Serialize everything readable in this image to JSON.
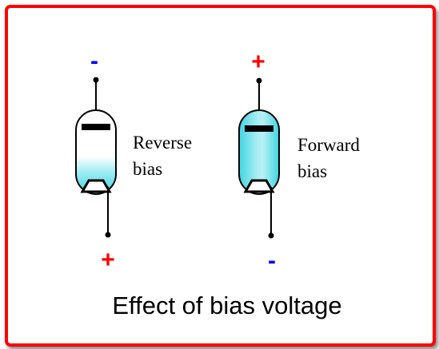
{
  "diagram": {
    "title": "Effect of bias voltage",
    "colors": {
      "frame": "#ff0000",
      "negative": "#0000ff",
      "positive": "#ff0000",
      "fill": "#40d4e0"
    },
    "left_tube": {
      "top_sign": "-",
      "bottom_sign": "+",
      "label_line1": "Reverse",
      "label_line2": "bias",
      "fill_level": 0.3
    },
    "right_tube": {
      "top_sign": "+",
      "bottom_sign": "-",
      "label_line1": "Forward",
      "label_line2": "bias",
      "fill_level": 1.0
    }
  }
}
